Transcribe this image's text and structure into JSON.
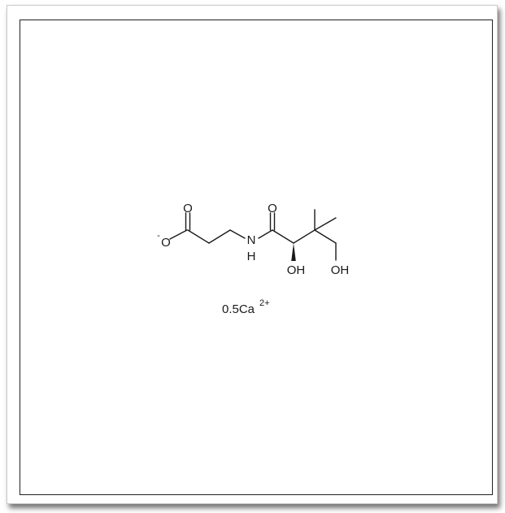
{
  "structure": {
    "atoms": {
      "carboxyl_O_double": "O",
      "carboxyl_O_minus": "O",
      "carboxyl_charge": "-",
      "amide_N": "N",
      "amide_H": "H",
      "amide_O": "O",
      "alpha_OH": "OH",
      "terminal_OH": "OH"
    },
    "counterion": {
      "amount_symbol": "0.5Ca",
      "charge": "2+"
    }
  },
  "colors": {
    "ink": "#1a1a1a",
    "frame": "#222222",
    "shadow": "#555555"
  }
}
